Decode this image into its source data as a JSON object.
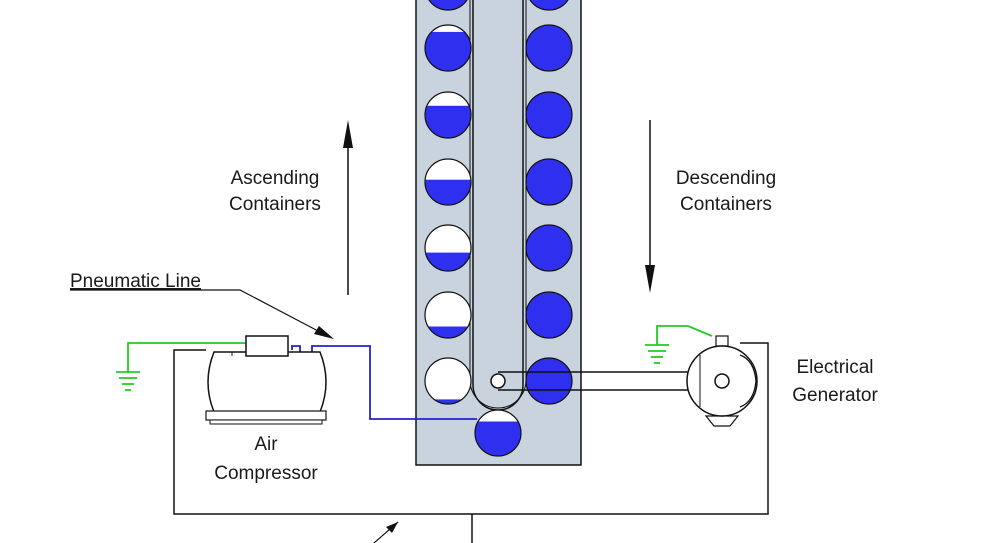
{
  "labels": {
    "ascending_line1": "Ascending",
    "ascending_line2": "Containers",
    "descending_line1": "Descending",
    "descending_line2": "Containers",
    "pneumatic_line": "Pneumatic Line",
    "air_line1": "Air",
    "air_line2": "Compressor",
    "generator_line1": "Electrical",
    "generator_line2": "Generator"
  },
  "colors": {
    "container_fill": "#2f2ff0",
    "column_fill": "#c8d3dd",
    "ground_wire": "#22cc22",
    "pneumatic_wire": "#2222cc",
    "line": "#111111"
  },
  "ascending_containers": {
    "direction": "up",
    "fill_levels": [
      0.1,
      0.25,
      0.4,
      0.55,
      0.7,
      0.85,
      0.95
    ]
  },
  "descending_containers": {
    "direction": "down",
    "fill_levels": [
      1,
      1,
      1,
      1,
      1,
      1,
      1
    ]
  },
  "bottom_container": {
    "fill_level": 0.75
  },
  "icons": [
    "up-arrow-icon",
    "down-arrow-icon",
    "ground-icon",
    "ground-icon",
    "pulley-icon",
    "pulley-icon"
  ]
}
